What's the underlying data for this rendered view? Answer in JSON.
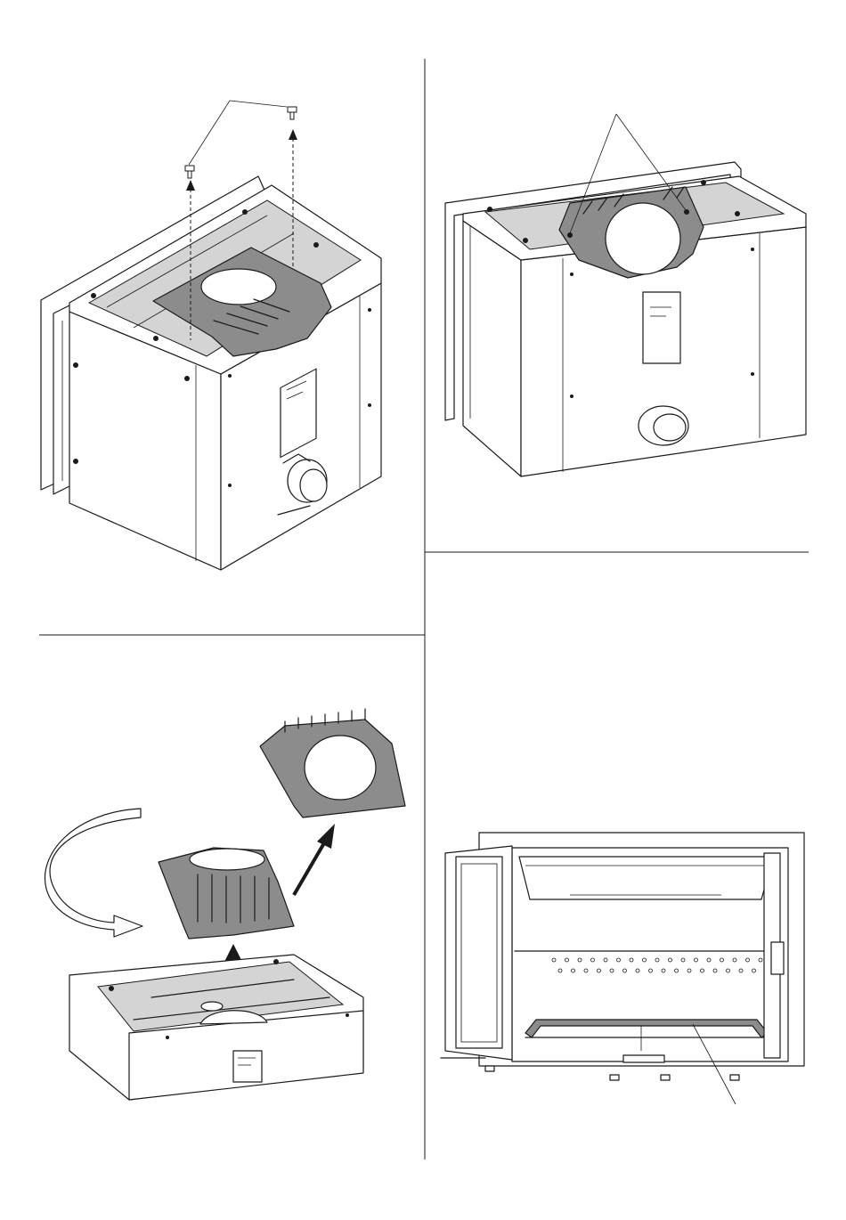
{
  "panels": [
    {
      "id": "top-left",
      "description_text": ""
    },
    {
      "id": "top-right",
      "description_text": ""
    },
    {
      "id": "bottom-left",
      "description_text": ""
    },
    {
      "id": "bottom-right",
      "description_text": ""
    }
  ],
  "colors": {
    "line": "#1a1a1a",
    "baffle": "#8c8c8c",
    "baffle_dark": "#6f6f6f",
    "paper": "#ffffff"
  },
  "icons": [
    "screw-icon",
    "arrow-up-icon",
    "rotate-arrow-icon",
    "label-plate-icon"
  ]
}
